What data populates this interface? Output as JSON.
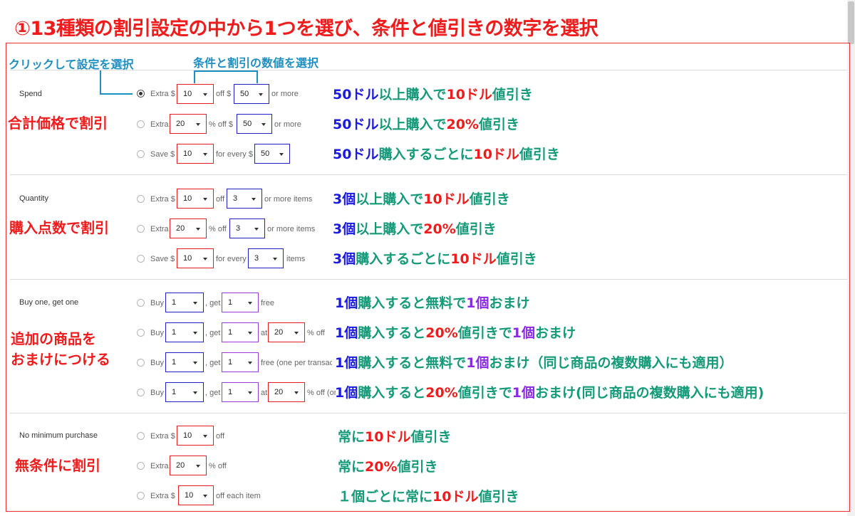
{
  "headline": "①13種類の割引設定の中から1つを選び、条件と値引きの数字を選択",
  "annotations": {
    "click_to_select": "クリックして設定を選択",
    "choose_values": "条件と割引の数値を選択"
  },
  "sections": [
    {
      "label": "Spend",
      "side_label": "合計価格で割引"
    },
    {
      "label": "Quantity",
      "side_label": "購入点数で割引"
    },
    {
      "label": "Buy one, get one",
      "side_label_1": "追加の商品を",
      "side_label_2": "おまけにつける"
    },
    {
      "label": "No minimum purchase",
      "side_label": "無条件に割引"
    }
  ],
  "options": [
    {
      "t1": "Extra $",
      "v1": "10",
      "t2": "off $",
      "v2": "50",
      "t3": "or more",
      "d_a": "50ドル",
      "d_b": "以上購入で",
      "d_c": "10ドル",
      "d_d": "値引き"
    },
    {
      "t1": "Extra",
      "v1": "20",
      "t2": "% off $",
      "v2": "50",
      "t3": "or more",
      "d_a": "50ドル",
      "d_b": "以上購入で",
      "d_c": "20%",
      "d_d": "値引き"
    },
    {
      "t1": "Save $",
      "v1": "10",
      "t2": "for every $",
      "v2": "50",
      "d_a": "50ドル",
      "d_b": "購入するごとに",
      "d_c": "10ドル",
      "d_d": "値引き"
    },
    {
      "t1": "Extra $",
      "v1": "10",
      "t2": "off",
      "v2": "3",
      "t3": "or more items",
      "d_a": "3個",
      "d_b": "以上購入で",
      "d_c": "10ドル",
      "d_d": "値引き"
    },
    {
      "t1": "Extra",
      "v1": "20",
      "t2": "% off",
      "v2": "3",
      "t3": "or more items",
      "d_a": "3個",
      "d_b": "以上購入で",
      "d_c": "20%",
      "d_d": "値引き"
    },
    {
      "t1": "Save $",
      "v1": "10",
      "t2": "for every",
      "v2": "3",
      "t3": "items",
      "d_a": "3個",
      "d_b": "購入するごとに",
      "d_c": "10ドル",
      "d_d": "値引き"
    },
    {
      "t1": "Buy",
      "v1": "1",
      "t2": ", get",
      "v2": "1",
      "t3": "free",
      "d_a": "1個",
      "d_b": "購入すると無料で",
      "d_c": "1個",
      "d_d": "おまけ"
    },
    {
      "t1": "Buy",
      "v1": "1",
      "t2": ", get",
      "v2": "1",
      "t3": "at",
      "v3": "20",
      "t4": "% off",
      "d_a": "1個",
      "d_b": "購入すると",
      "d_c": "20%",
      "d_d": "値引きで",
      "d_e": "1個",
      "d_f": "おまけ"
    },
    {
      "t1": "Buy",
      "v1": "1",
      "t2": ", get",
      "v2": "1",
      "t3": "free (one per transaction)",
      "d_a": "1個",
      "d_b": "購入すると無料で",
      "d_c": "1個",
      "d_d": "おまけ（同じ商品の複数購入にも適用）"
    },
    {
      "t1": "Buy",
      "v1": "1",
      "t2": ", get",
      "v2": "1",
      "t3": "at",
      "v3": "20",
      "t4": "% off (one per transaction)",
      "d_a": "1個",
      "d_b": "購入すると",
      "d_c": "20%",
      "d_d": "値引きで",
      "d_e": "1個",
      "d_f": "おまけ(同じ商品の複数購入にも適用)"
    },
    {
      "t1": "Extra $",
      "v1": "10",
      "t2": "off",
      "d_a": "常に",
      "d_b": "10ドル",
      "d_c": "値引き"
    },
    {
      "t1": "Extra",
      "v1": "20",
      "t2": "% off",
      "d_a": "常に",
      "d_b": "20%",
      "d_c": "値引き"
    },
    {
      "t1": "Extra $",
      "v1": "10",
      "t2": "off each item",
      "d_a": "１個ごとに常に",
      "d_b": "10ドル",
      "d_c": "値引き"
    }
  ]
}
